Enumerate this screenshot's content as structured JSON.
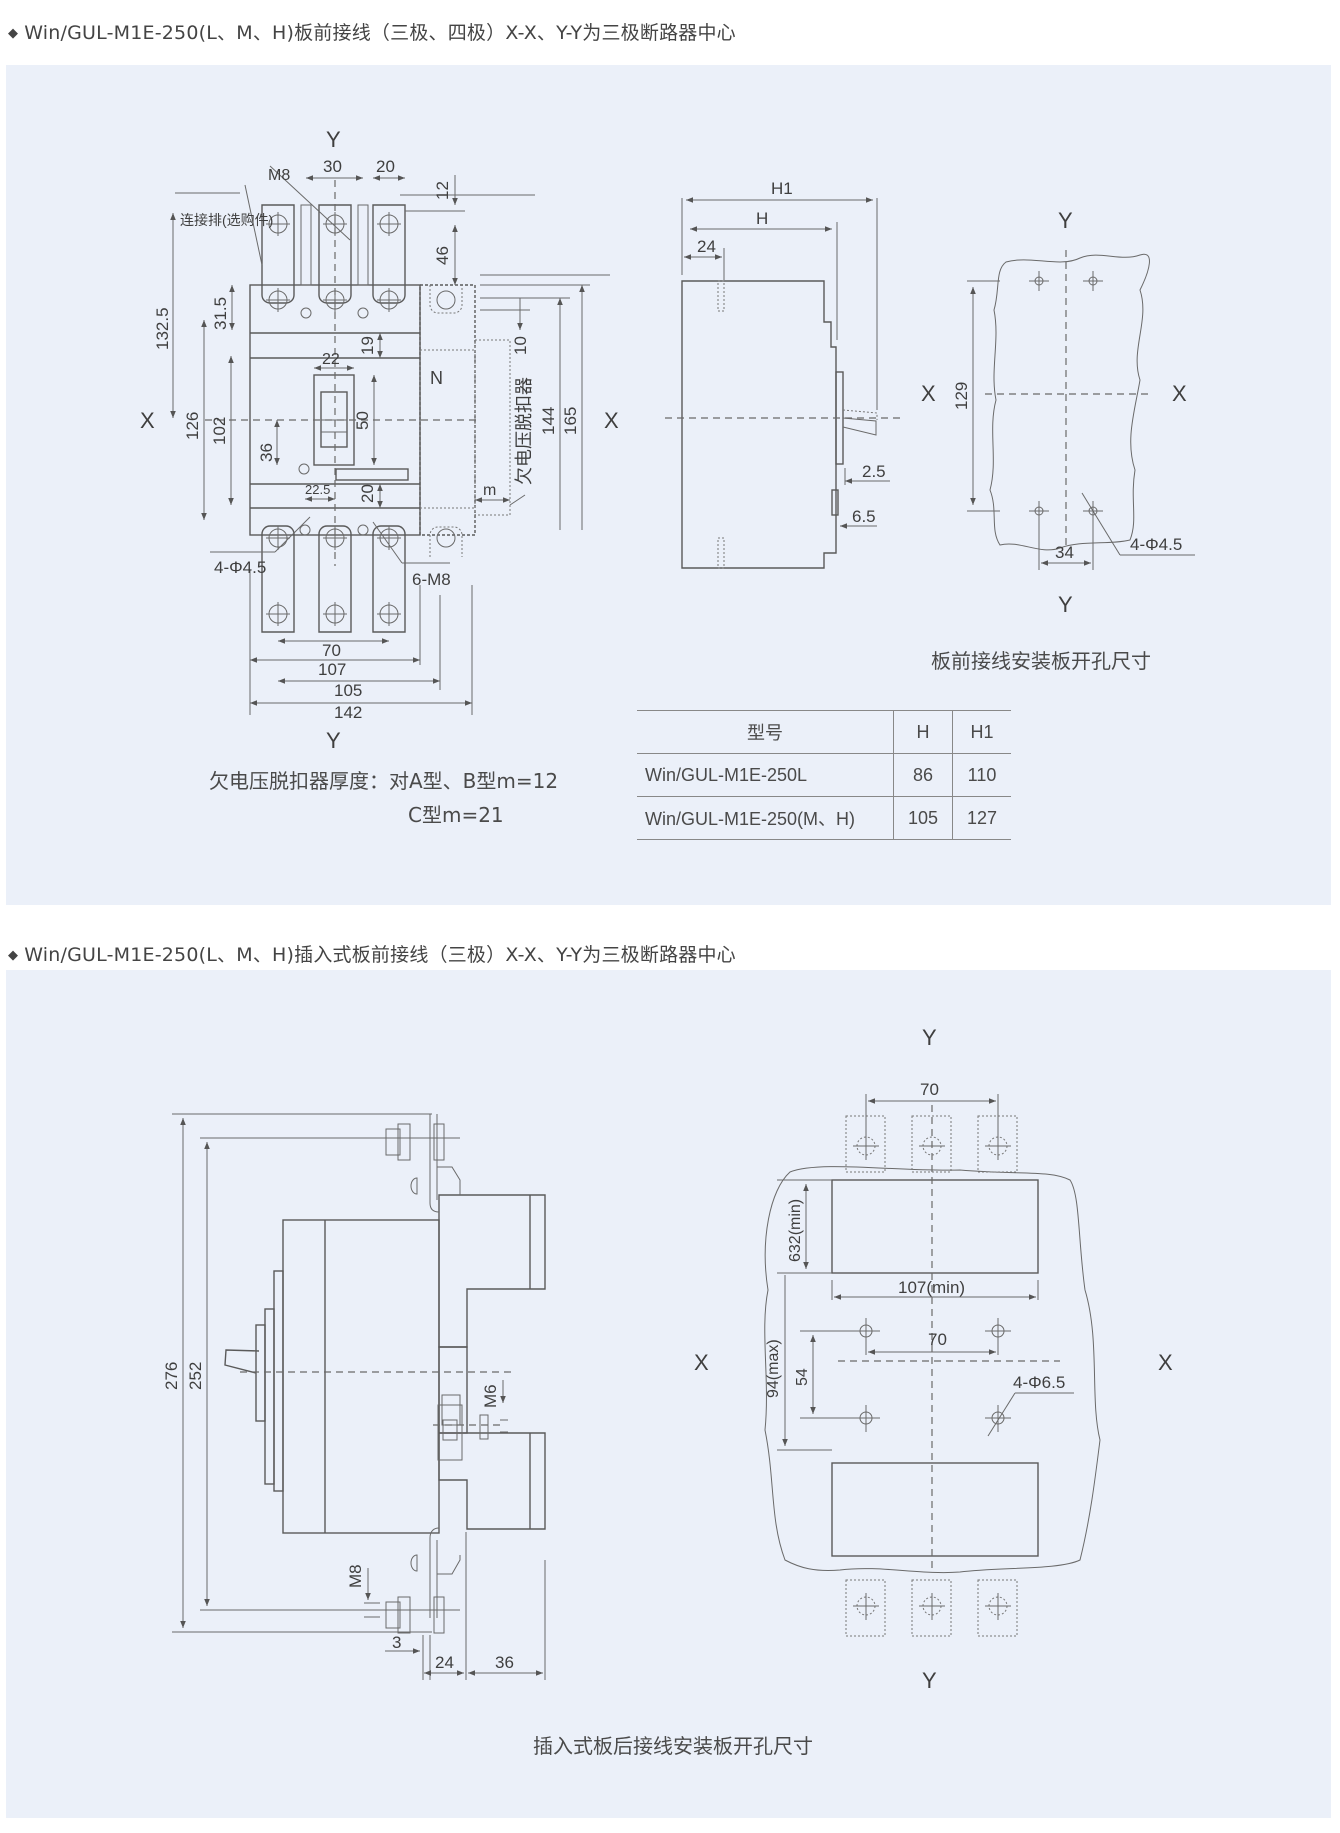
{
  "section1": {
    "heading": "Win/GUL-M1E-250(L、M、H)板前接线（三极、四极）X-X、Y-Y为三极断路器中心",
    "bullet_icon": "diamond-bullet-icon",
    "front_view": {
      "axis_labels": {
        "y_top": "Y",
        "y_bottom": "Y",
        "x_left": "X",
        "x_right": "X"
      },
      "labels": {
        "connector": "连接排(选购件)",
        "m8": "M8",
        "n_pole": "N",
        "undervoltage": "欠电压脱扣器",
        "holes": "4-Φ4.5",
        "screws": "6-M8",
        "m": "m"
      },
      "dims": {
        "d30": "30",
        "d20_top": "20",
        "d12": "12",
        "d46": "46",
        "d132_5": "132.5",
        "d31_5": "31.5",
        "d19": "19",
        "d22": "22",
        "d126": "126",
        "d102": "102",
        "d50": "50",
        "d36": "36",
        "d22_5": "22.5",
        "d20_mid": "20",
        "d10": "10",
        "d144": "144",
        "d165": "165",
        "d70": "70",
        "d107": "107",
        "d105": "105",
        "d142": "142"
      }
    },
    "note": {
      "line1": "欠电压脱扣器厚度：对A型、B型m=12",
      "line2": "C型m=21"
    },
    "side_view": {
      "h1": "H1",
      "h": "H",
      "d24": "24",
      "d2_5": "2.5",
      "d6_5": "6.5",
      "x_label": "X"
    },
    "cutout": {
      "axis_labels": {
        "y_top": "Y",
        "y_bottom": "Y",
        "x_left": "X",
        "x_right": "X"
      },
      "d129": "129",
      "d34": "34",
      "holes": "4-Φ4.5",
      "caption": "板前接线安装板开孔尺寸"
    },
    "table": {
      "headers": [
        "型号",
        "H",
        "H1"
      ],
      "rows": [
        [
          "Win/GUL-M1E-250L",
          "86",
          "110"
        ],
        [
          "Win/GUL-M1E-250(M、H)",
          "105",
          "127"
        ]
      ]
    }
  },
  "section2": {
    "heading": "Win/GUL-M1E-250(L、M、H)插入式板前接线（三极）X-X、Y-Y为三极断路器中心",
    "bullet_icon": "diamond-bullet-icon",
    "side_view": {
      "d276": "276",
      "d252": "252",
      "m6": "M6",
      "m8": "M8",
      "d3": "3",
      "d24": "24",
      "d36": "36"
    },
    "cutout": {
      "axis_labels": {
        "y_top": "Y",
        "y_bottom": "Y",
        "x_left": "X",
        "x_right": "X"
      },
      "d70_top": "70",
      "d632": "632(min)",
      "d107": "107(min)",
      "d70_mid": "70",
      "d94": "94(max)",
      "d54": "54",
      "holes": "4-Φ6.5",
      "caption": "插入式板后接线安装板开孔尺寸"
    }
  }
}
